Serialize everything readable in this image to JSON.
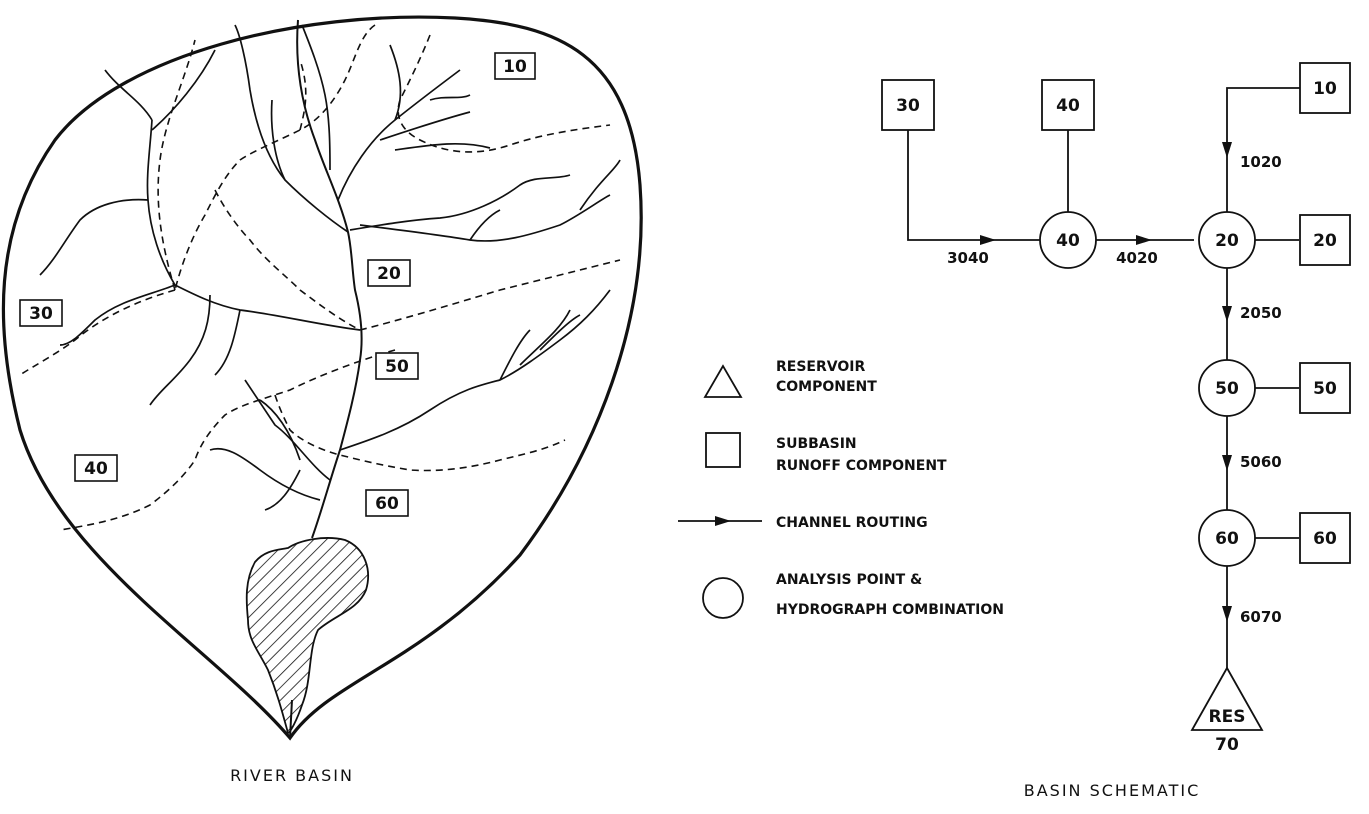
{
  "river_basin": {
    "caption": "RIVER BASIN",
    "subbasin_labels": [
      "10",
      "20",
      "30",
      "40",
      "50",
      "60"
    ]
  },
  "schematic": {
    "caption": "BASIN SCHEMATIC",
    "subbasins": [
      "30",
      "40",
      "10",
      "20",
      "50",
      "60"
    ],
    "analysis_points": [
      "40",
      "20",
      "50",
      "60"
    ],
    "routes": [
      "3040",
      "4020",
      "1020",
      "2050",
      "5060",
      "6070"
    ],
    "reservoir": {
      "label": "RES",
      "number": "70"
    }
  },
  "legend": {
    "reservoir": [
      "RESERVOIR",
      "COMPONENT"
    ],
    "subbasin": [
      "SUBBASIN",
      "RUNOFF COMPONENT"
    ],
    "channel": "CHANNEL ROUTING",
    "analysis": [
      "ANALYSIS POINT &",
      "HYDROGRAPH COMBINATION"
    ]
  },
  "colors": {
    "ink": "#111111",
    "paper": "#ffffff"
  }
}
